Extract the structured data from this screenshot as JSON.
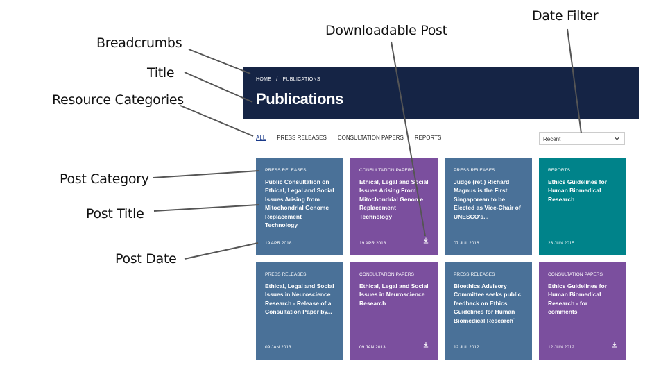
{
  "callouts": {
    "breadcrumbs": "Breadcrumbs",
    "title": "Title",
    "resource_categories": "Resource Categories",
    "post_category": "Post Category",
    "post_title": "Post Title",
    "post_date": "Post Date",
    "downloadable_post": "Downloadable Post",
    "date_filter": "Date Filter"
  },
  "breadcrumb": {
    "home": "HOME",
    "separator": "/",
    "current": "PUBLICATIONS"
  },
  "page_title": "Publications",
  "categories": [
    "ALL",
    "PRESS RELEASES",
    "CONSULTATION PAPERS",
    "REPORTS"
  ],
  "active_category": "ALL",
  "date_filter": {
    "selected": "Recent"
  },
  "colors": {
    "banner": "#152445",
    "press_releases": "#4a7198",
    "consultation_papers": "#7b4f9e",
    "reports": "#00838a"
  },
  "icons": {
    "download": "download-icon",
    "dropdown": "chevron-down-icon"
  },
  "cards": [
    {
      "category": "PRESS RELEASES",
      "title": "Public Consultation on Ethical, Legal and Social Issues Arising from Mitochondrial Genome Replacement Technology",
      "date": "19 APR 2018",
      "downloadable": false
    },
    {
      "category": "CONSULTATION PAPERS",
      "title": "Ethical, Legal and Social Issues Arising From Mitochondrial Genome Replacement Technology",
      "date": "19 APR 2018",
      "downloadable": true
    },
    {
      "category": "PRESS RELEASES",
      "title": "Judge (ret.) Richard Magnus is the First Singaporean to be Elected as Vice-Chair of UNESCO's...",
      "date": "07 JUL 2016",
      "downloadable": false
    },
    {
      "category": "REPORTS",
      "title": "Ethics Guidelines for Human Biomedical Research",
      "date": "23 JUN 2015",
      "downloadable": false
    },
    {
      "category": "PRESS RELEASES",
      "title": "Ethical, Legal and Social Issues in Neuroscience Research - Release of a Consultation Paper by...",
      "date": "09 JAN 2013",
      "downloadable": false
    },
    {
      "category": "CONSULTATION PAPERS",
      "title": "Ethical, Legal and Social Issues in Neuroscience Research",
      "date": "09 JAN 2013",
      "downloadable": true
    },
    {
      "category": "PRESS RELEASES",
      "title": "Bioethics Advisory Committee seeks public feedback on Ethics Guidelines for Human Biomedical Research`",
      "date": "12 JUL 2012",
      "downloadable": false
    },
    {
      "category": "CONSULTATION PAPERS",
      "title": "Ethics Guidelines for Human Biomedical Research - for comments",
      "date": "12 JUN 2012",
      "downloadable": true
    }
  ]
}
